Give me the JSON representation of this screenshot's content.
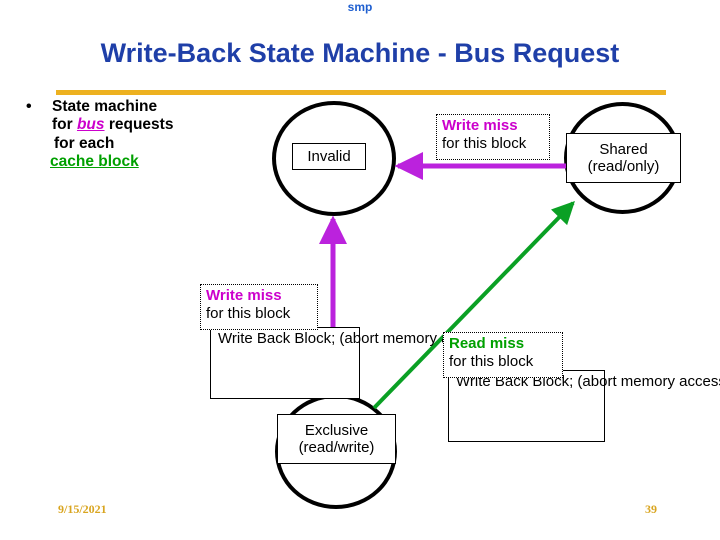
{
  "slide": {
    "title": "Write-Back State Machine - Bus Request",
    "accent_gold": "#edb120",
    "title_color": "#1f3fa8"
  },
  "bullet": {
    "marker": "•",
    "line1": "State machine",
    "line2_pre": "for ",
    "line2_em": "bus",
    "line2_post": " requests",
    "line3": "for each",
    "line4": "cache block",
    "em_bus_color": "#cc00cc",
    "em_cacheblock_color": "#00a000"
  },
  "states": [
    {
      "id": "invalid",
      "label_line1": "Invalid",
      "label_line2": ""
    },
    {
      "id": "shared",
      "label_line1": "Shared",
      "label_line2": "(read/only)"
    },
    {
      "id": "exclusive",
      "label_line1": "Exclusive",
      "label_line2": "(read/write)"
    }
  ],
  "annotations": {
    "write_miss_top": {
      "header": "Write miss",
      "sub": "for this block",
      "header_color": "#cc00cc"
    },
    "write_miss_mid": {
      "header": "Write miss",
      "sub": "for this block",
      "header_color": "#cc00cc"
    },
    "read_miss": {
      "header": "Read miss",
      "sub": "for this block",
      "header_color": "#00a000"
    }
  },
  "writeback_boxes": {
    "left": {
      "line1": "Write Back",
      "line2": "Block; (abort",
      "line3": "memory access)"
    },
    "right": {
      "line1": "Write Back",
      "line2": "Block; (abort",
      "line3": "memory access)"
    }
  },
  "arrows": {
    "shared_to_invalid_color": "#bb22dd",
    "exclusive_to_invalid_color": "#bb22dd",
    "exclusive_to_shared_color": "#0aa024"
  },
  "footer": {
    "date": "9/15/2021",
    "center": "smp",
    "page": "39",
    "date_color": "#d9a520",
    "center_color": "#1f5fd0"
  }
}
